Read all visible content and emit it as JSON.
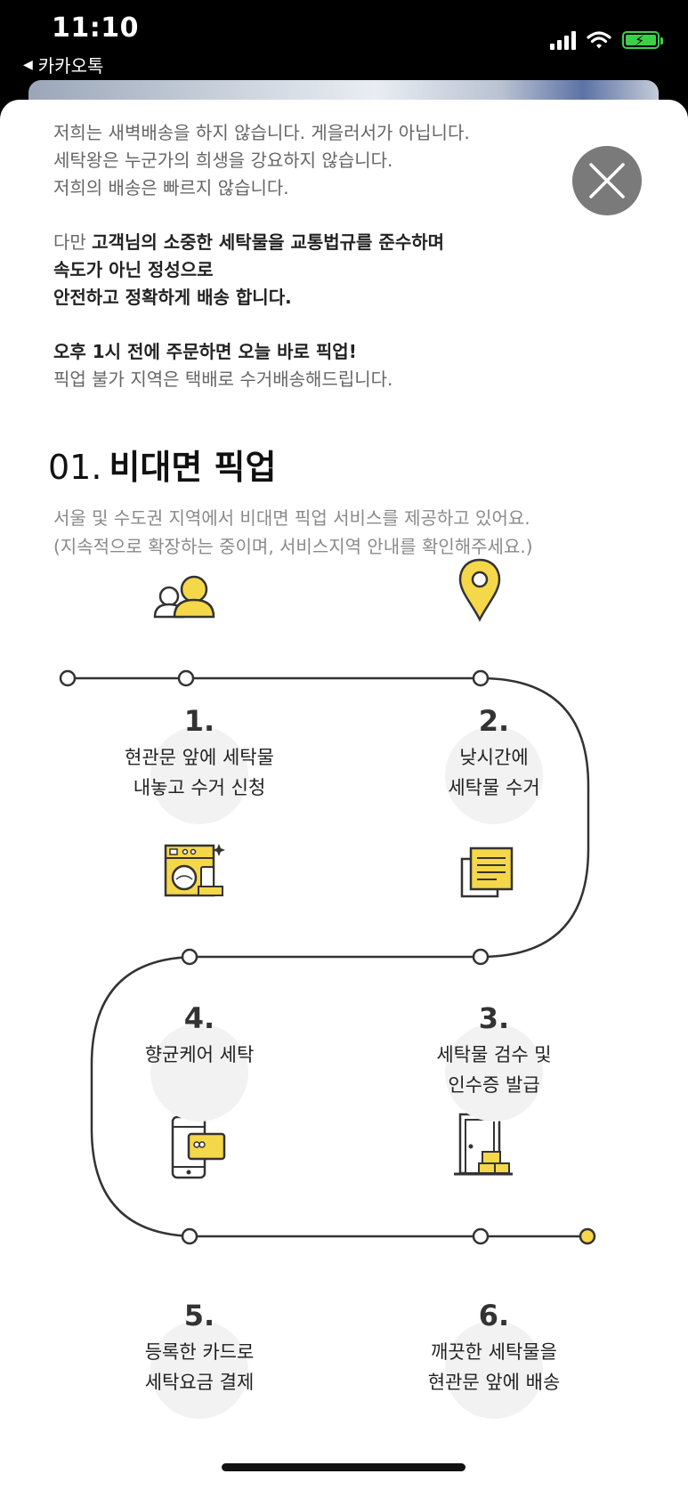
{
  "status_bar": {
    "time": "11:10",
    "back_label": "카카오톡"
  },
  "intro": {
    "lines_1": [
      "저희는 새벽배송을 하지 않습니다. 게을러서가 아닙니다.",
      "세탁왕은 누군가의 희생을 강요하지 않습니다.",
      "저희의 배송은 빠르지 않습니다."
    ],
    "line_2a_prefix": "다만 ",
    "line_2a_bold": "고객님의 소중한 세탁물을 교통법규를 준수하며",
    "line_2b": "속도가 아닌 정성으로",
    "line_2c": "안전하고 정확하게 배송 합니다.",
    "line_3a": "오후 1시 전에 주문하면 오늘 바로 픽업!",
    "line_3b": "픽업 불가 지역은 택배로 수거배송해드립니다."
  },
  "section": {
    "number": "01.",
    "title": "비대면 픽업",
    "desc_1": "서울 및 수도권 지역에서 비대면 픽업 서비스를 제공하고 있어요.",
    "desc_2": "(지속적으로 확장하는 중이며, 서비스지역 안내를 확인해주세요.)"
  },
  "steps": [
    {
      "num": "1.",
      "line1": "현관문 앞에 세탁물",
      "line2": "내놓고 수거 신청",
      "icon": "user-group-icon"
    },
    {
      "num": "2.",
      "line1": "낮시간에",
      "line2": "세탁물 수거",
      "icon": "map-pin-icon"
    },
    {
      "num": "3.",
      "line1": "세탁물 검수 및",
      "line2": "인수증 발급",
      "icon": "document-icon"
    },
    {
      "num": "4.",
      "line1": "향균케어 세탁",
      "line2": "",
      "icon": "washing-machine-icon"
    },
    {
      "num": "5.",
      "line1": "등록한 카드로",
      "line2": "세탁요금 결제",
      "icon": "phone-card-icon"
    },
    {
      "num": "6.",
      "line1": "깨끗한 세탁물을",
      "line2": "현관문 앞에 배송",
      "icon": "door-package-icon"
    }
  ],
  "colors": {
    "accent": "#f5d74a",
    "line": "#333333",
    "close_bg": "#7a7a7a"
  }
}
